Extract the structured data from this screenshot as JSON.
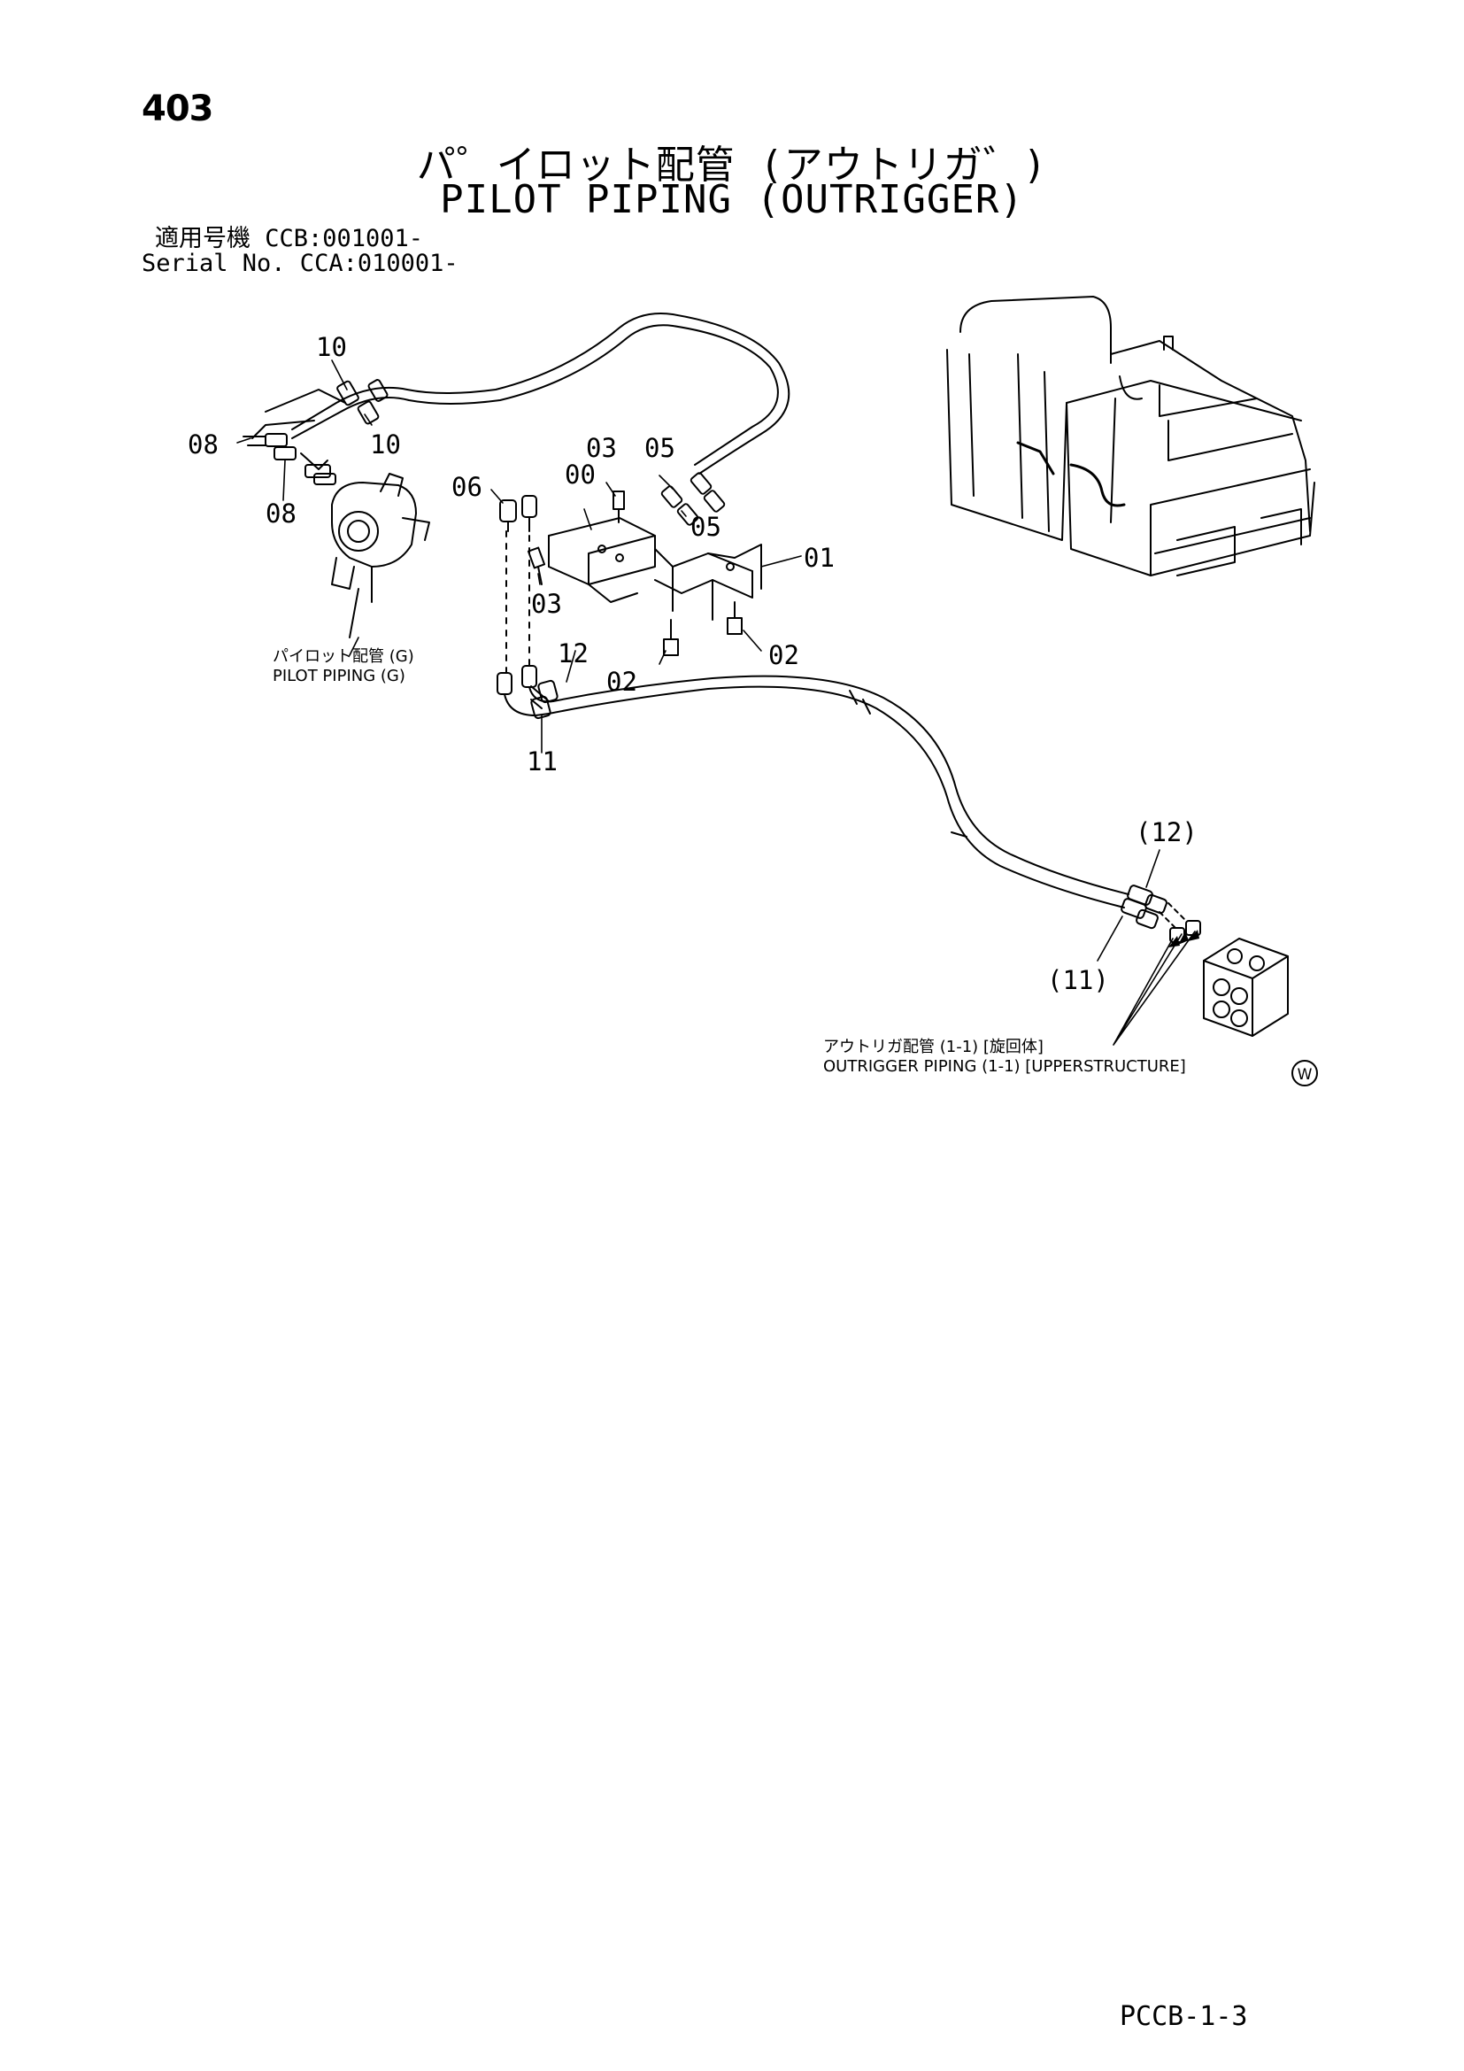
{
  "page": {
    "number": "403",
    "title_jp": "パ゜イロット配管 (アウトリガ゛)",
    "title_en": "PILOT PIPING (OUTRIGGER)",
    "serial_jp": "適用号機  CCB:001001-",
    "serial_en": "Serial No. CCA:010001-",
    "doc_code": "PCCB-1-3"
  },
  "callouts": {
    "c10a": "10",
    "c10b": "10",
    "c08a": "08",
    "c08b": "08",
    "c03a": "03",
    "c05a": "05",
    "c00": "00",
    "c06": "06",
    "c05b": "05",
    "c01": "01",
    "c03b": "03",
    "c12": "12",
    "c02a": "02",
    "c02b": "02",
    "c11": "11",
    "c12p": "(12)",
    "c11p": "(11)"
  },
  "notes": {
    "pilot_g_jp": "パイロット配管 (G)",
    "pilot_g_en": "PILOT PIPING (G)",
    "outrigger_jp": "アウトリガ配管 (1-1) [旋回体]",
    "outrigger_en": "OUTRIGGER PIPING (1-1) [UPPERSTRUCTURE]",
    "mark_w": "W"
  }
}
